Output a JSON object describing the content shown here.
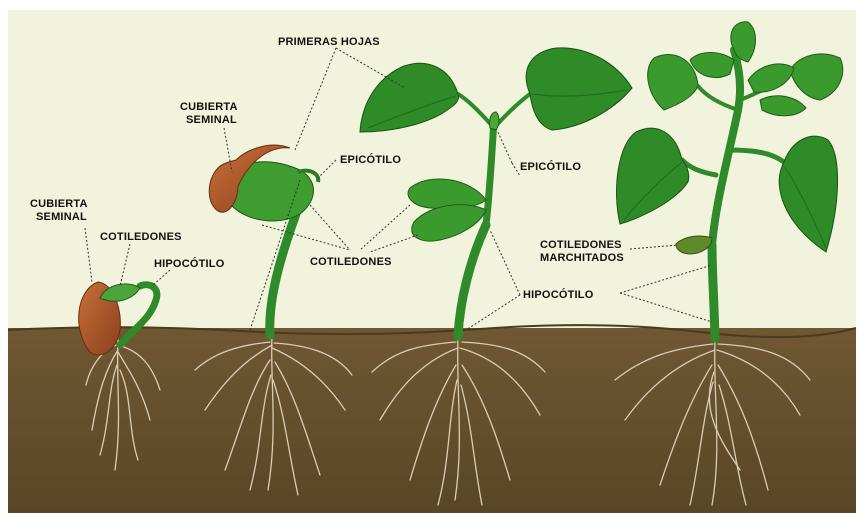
{
  "labels": {
    "cubierta_seminal_1": [
      "CUBIERTA",
      "SEMINAL"
    ],
    "cotiledones_1": "COTILEDONES",
    "hipocotilo_1": "HIPOCÓTILO",
    "cubierta_seminal_2": [
      "CUBIERTA",
      "SEMINAL"
    ],
    "primeras_hojas": "PRIMERAS HOJAS",
    "epicotilo_1": "EPICÓTILO",
    "cotiledones_2": "COTILEDONES",
    "epicotilo_2": "EPICÓTILO",
    "cotiledones_marchitados": [
      "COTILEDONES",
      "MARCHITADOS"
    ],
    "hipocotilo_2": "HIPOCÓTILO"
  },
  "colors": {
    "sky": "#f2f3dc",
    "soil": "#6a5430",
    "stem": "#2f8a2a",
    "leaf": "#3a9a2e",
    "seed_coat": "#b35a2a",
    "root": "#d9cdb6"
  }
}
